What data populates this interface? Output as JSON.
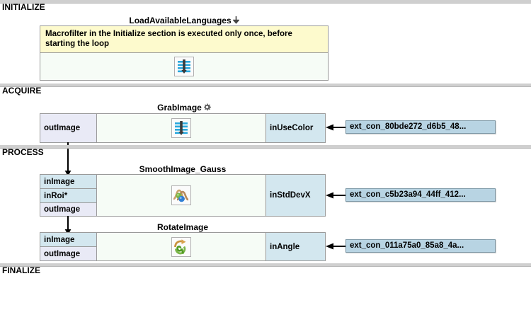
{
  "sections": [
    {
      "id": "initialize",
      "label": "INITIALIZE"
    },
    {
      "id": "acquire",
      "label": "ACQUIRE"
    },
    {
      "id": "process",
      "label": "PROCESS"
    },
    {
      "id": "finalize",
      "label": "FINALIZE"
    }
  ],
  "filters": [
    {
      "id": "load-available-languages",
      "title": "LoadAvailableLanguages",
      "title_adorn": "down-arrow-icon",
      "icon": "macrofilter-step-icon",
      "comment": "Macrofilter in the Initialize section is executed only once, before starting the loop",
      "inputs": [],
      "outputs": []
    },
    {
      "id": "grab-image",
      "title": "GrabImage",
      "title_adorn": "gear-icon",
      "icon": "macrofilter-step-icon",
      "inputs": [
        "inUseColor"
      ],
      "outputs": [
        "outImage"
      ]
    },
    {
      "id": "smooth-image-gauss",
      "title": "SmoothImage_Gauss",
      "title_adorn": "",
      "icon": "gauss-curve-icon",
      "inputs": [
        "inStdDevX"
      ],
      "left_ports": [
        "inImage",
        "inRoi*",
        "outImage"
      ]
    },
    {
      "id": "rotate-image",
      "title": "RotateImage",
      "title_adorn": "",
      "icon": "rotate-image-icon",
      "inputs": [
        "inAngle"
      ],
      "left_ports": [
        "inImage",
        "outImage"
      ]
    }
  ],
  "external_connections": [
    {
      "id": "ext-con-use-color",
      "label": "ext_con_80bde272_d6b5_48..."
    },
    {
      "id": "ext-con-std-dev-x",
      "label": "ext_con_c5b23a94_44ff_412..."
    },
    {
      "id": "ext-con-angle",
      "label": "ext_con_011a75a0_85a8_4a..."
    }
  ],
  "colors": {
    "input_port": "#d3e7ef",
    "output_port": "#e9eaf6",
    "body": "#f6fcf6",
    "comment": "#fdfacd",
    "ext_chip": "#b8d4e3",
    "border": "#9a9a9a",
    "section_rule": "#cfcfcf"
  }
}
